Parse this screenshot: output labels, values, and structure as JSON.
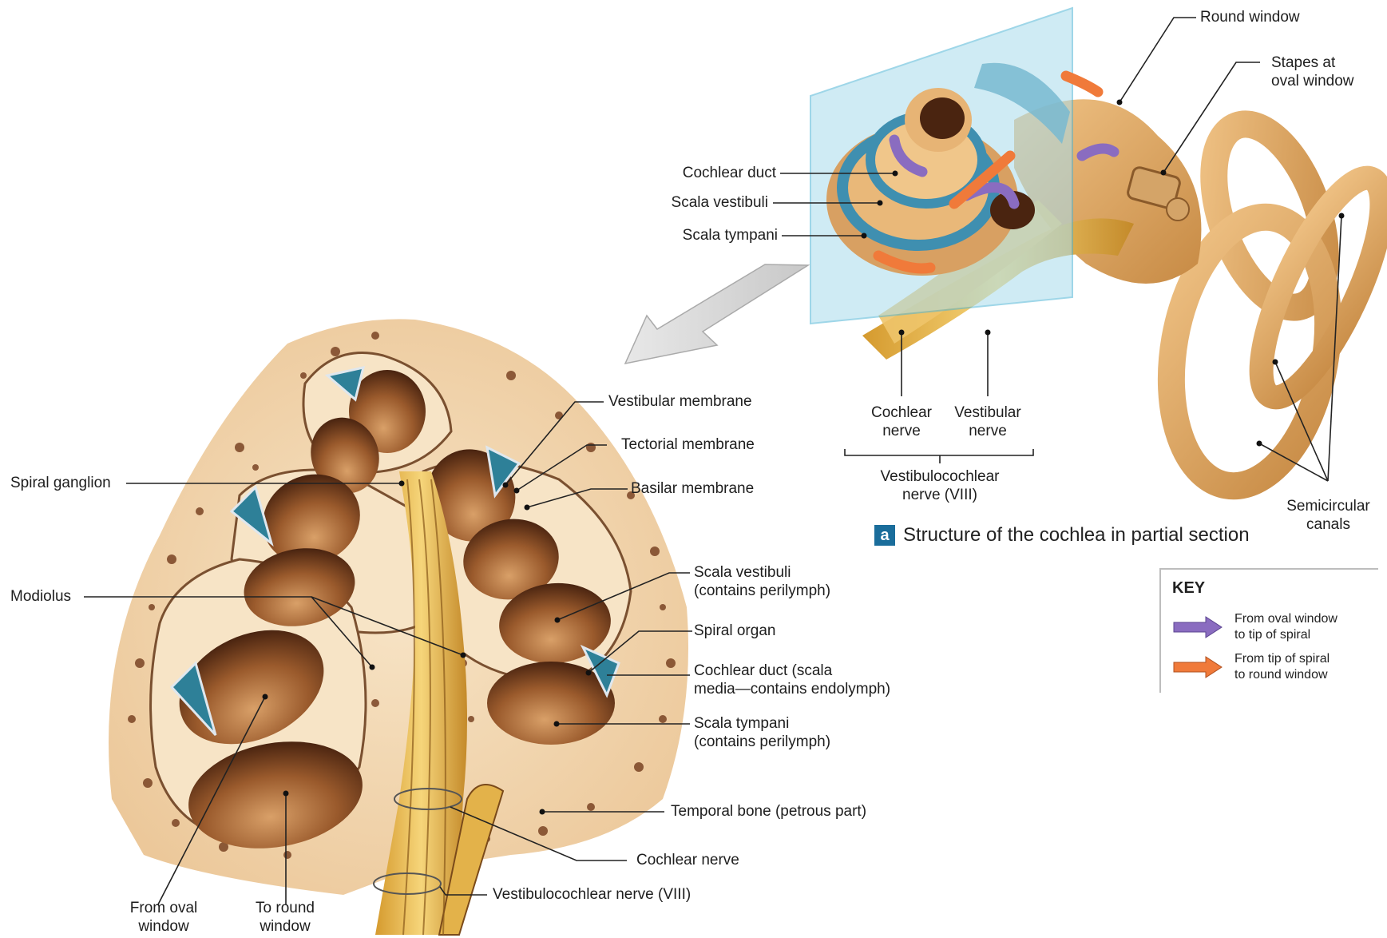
{
  "caption": {
    "letter": "a",
    "text": "Structure of the cochlea in partial section"
  },
  "labels": {
    "round_window": "Round window",
    "stapes": [
      "Stapes at",
      "oval window"
    ],
    "cochlear_duct_top": "Cochlear duct",
    "scala_vestibuli_top": "Scala vestibuli",
    "scala_tympani_top": "Scala tympani",
    "cochlear_nerve_top": [
      "Cochlear",
      "nerve"
    ],
    "vestibular_nerve_top": [
      "Vestibular",
      "nerve"
    ],
    "vestibulocochlear_top": [
      "Vestibulocochlear",
      "nerve (VIII)"
    ],
    "semicircular": [
      "Semicircular",
      "canals"
    ],
    "vestibular_membrane": "Vestibular membrane",
    "tectorial_membrane": "Tectorial membrane",
    "basilar_membrane": "Basilar membrane",
    "spiral_ganglion": "Spiral ganglion",
    "modiolus": "Modiolus",
    "scala_vestibuli_sec": [
      "Scala vestibuli",
      "(contains perilymph)"
    ],
    "spiral_organ": "Spiral organ",
    "cochlear_duct_sec": [
      "Cochlear duct (scala",
      "media—contains endolymph)"
    ],
    "scala_tympani_sec": [
      "Scala tympani",
      "(contains perilymph)"
    ],
    "temporal_bone": "Temporal bone (petrous part)",
    "cochlear_nerve_sec": "Cochlear nerve",
    "vestibulocochlear_sec": "Vestibulocochlear nerve (VIII)",
    "from_oval": [
      "From oval",
      "window"
    ],
    "to_round": [
      "To round",
      "window"
    ]
  },
  "key": {
    "title": "KEY",
    "items": [
      {
        "text": [
          "From oval window",
          "to tip of spiral"
        ],
        "color": "#8a6cc0"
      },
      {
        "text": [
          "From tip of spiral",
          "to round window"
        ],
        "color": "#f07a3a"
      }
    ]
  },
  "colors": {
    "bone": "#f2d7b0",
    "bone_dot": "#7a4424",
    "chamber_dark": "#5a3018",
    "chamber_light": "#c58a55",
    "duct_blue": "#2e8098",
    "membrane": "#dfe7ee",
    "nerve": "#e8b84a",
    "labyrinth": "#d9a15c",
    "plane": "#a8dcec",
    "purple_arrow": "#8a6cc0",
    "orange_arrow": "#f07a3a"
  }
}
